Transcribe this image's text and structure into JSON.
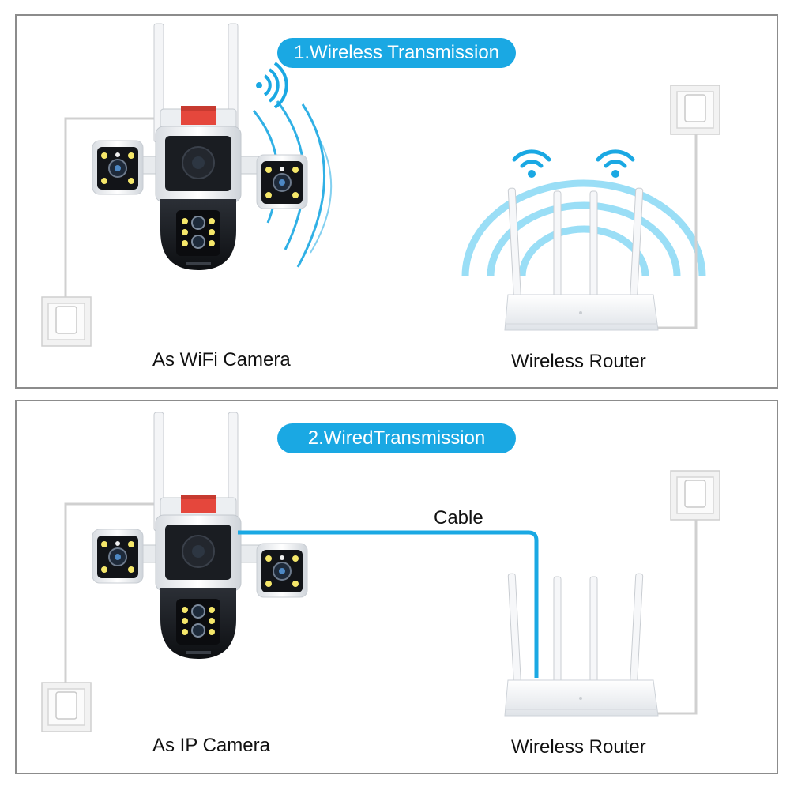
{
  "colors": {
    "accent": "#1aa8e3",
    "border": "#8c8c8c"
  },
  "panels": [
    {
      "title": "1.Wireless Transmission",
      "camera_label": "As WiFi Camera",
      "router_label": "Wireless Router",
      "icons": [
        "wifi-camera-icon",
        "wall-socket-icon",
        "wireless-router-icon",
        "wifi-signal-icon"
      ]
    },
    {
      "title": "2.WiredTransmission",
      "camera_label": "As IP Camera",
      "router_label": "Wireless Router",
      "cable_label": "Cable",
      "icons": [
        "wifi-camera-icon",
        "wall-socket-icon",
        "wireless-router-icon",
        "network-cable-icon"
      ]
    }
  ]
}
